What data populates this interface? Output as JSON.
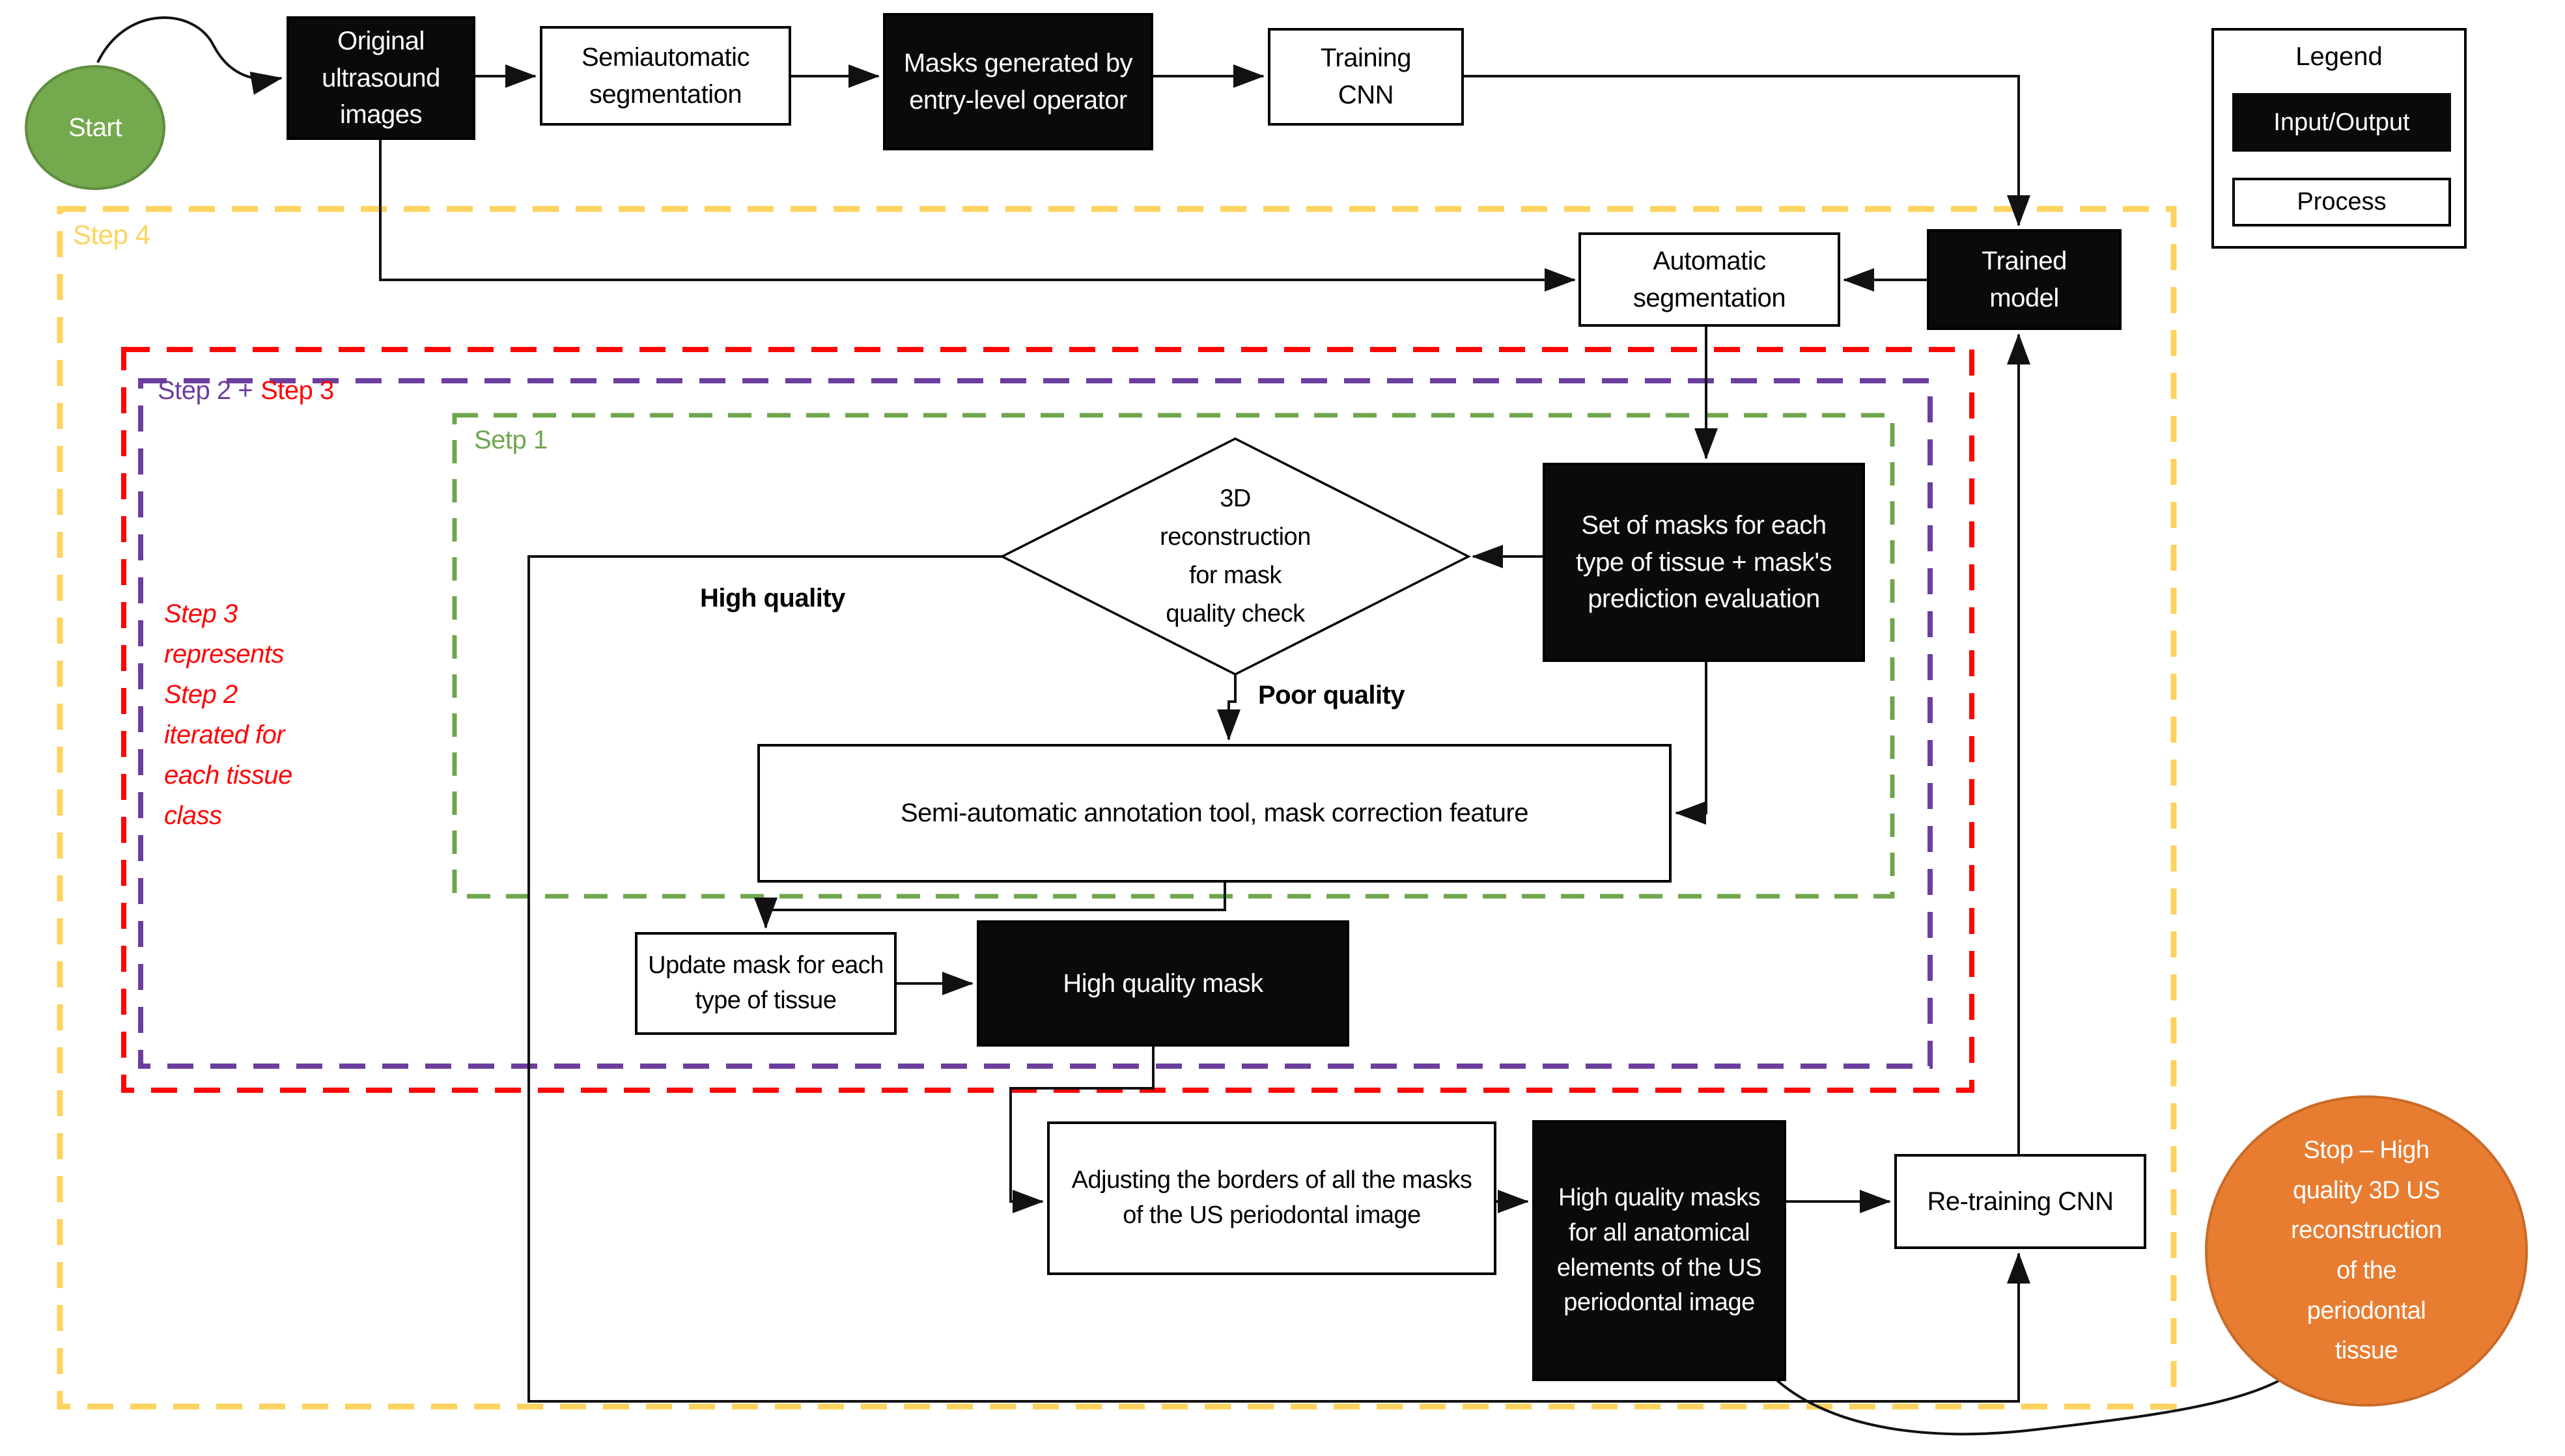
{
  "nodes": {
    "start": "Start",
    "original": "Original ultrasound images",
    "semiautomatic": "Semiautomatic segmentation",
    "masks_entry": "Masks generated by entry-level operator",
    "training_cnn": "Training CNN",
    "automatic_segmentation": "Automatic segmentation",
    "trained_model": "Trained model",
    "set_of_masks": "Set of  masks for each type of tissue + mask's prediction evaluation",
    "quality_check": "3D\nreconstruction\nfor mask\nquality check",
    "annotation_tool": "Semi-automatic annotation tool, mask correction feature",
    "update_mask": "Update mask for each type of tissue",
    "high_quality_mask": "High quality mask",
    "adjusting_borders": "Adjusting the borders of all the masks of the US periodontal image",
    "hq_masks_all": "High quality masks for all anatomical elements of the US periodontal image",
    "retraining_cnn": "Re-training CNN",
    "stop": "Stop –  High\nquality 3D US\nreconstruction\nof the\nperiodontal\ntissue"
  },
  "labels": {
    "step4": "Step 4",
    "step2_part": "Step 2 +",
    "step3_part": "Step 3",
    "step1": "Setp 1",
    "note": "Step 3\nrepresents\nStep 2\niterated for\neach tissue\nclass",
    "high_quality": "High quality",
    "poor_quality": "Poor quality"
  },
  "legend": {
    "title": "Legend",
    "items": [
      {
        "label": "Input/Output",
        "type": "black"
      },
      {
        "label": "Process",
        "type": "white"
      }
    ]
  },
  "colors": {
    "c-green": "#74A94D",
    "c-green-border": "#5F8D3E",
    "c-orange": "#E87D32",
    "c-orange-border": "#C96A28",
    "c-yellow": "#FCD35E",
    "c-red": "#FF0505",
    "c-purple": "#6C3E9E",
    "c-dgreen": "#6FA64D"
  }
}
